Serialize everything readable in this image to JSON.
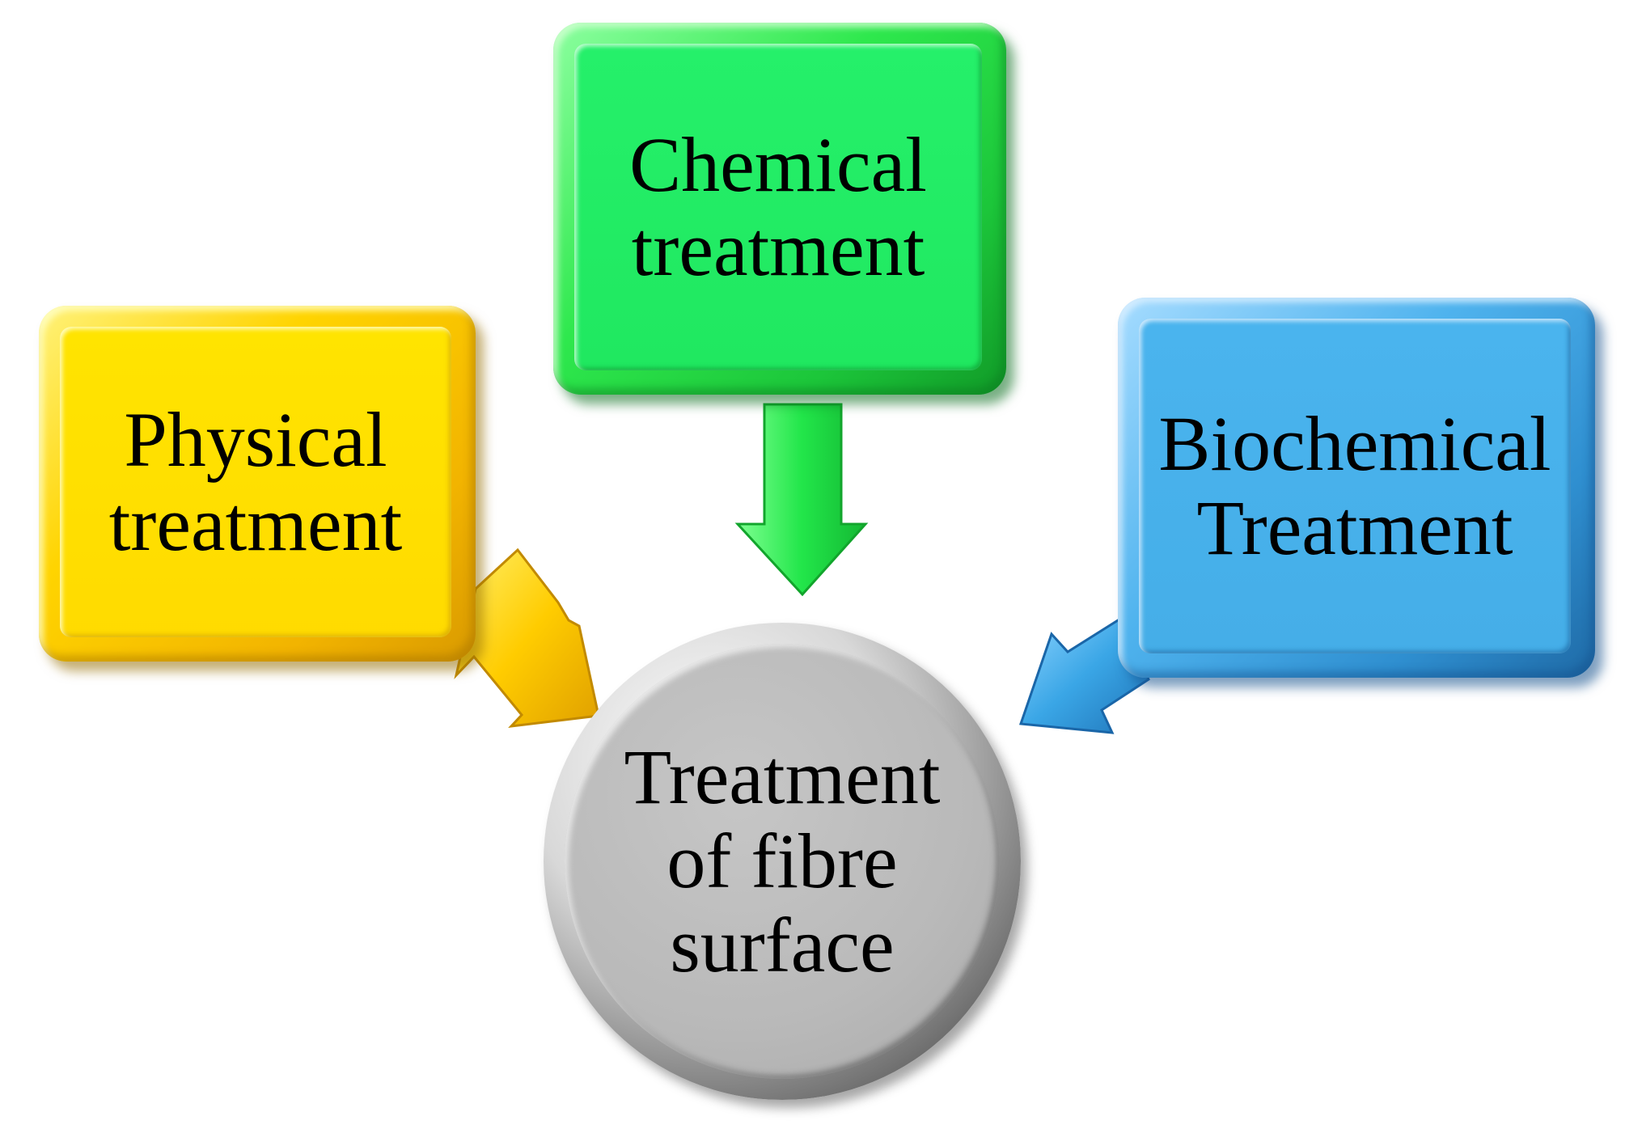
{
  "diagram": {
    "center": {
      "label_lines": [
        "Treatment",
        "of fibre",
        "surface"
      ],
      "color": "#b9b9b9"
    },
    "nodes": [
      {
        "id": "physical",
        "label_lines": [
          "Physical",
          "treatment"
        ],
        "color": "#ffdb00"
      },
      {
        "id": "chemical",
        "label_lines": [
          "Chemical",
          "treatment"
        ],
        "color": "#20e860"
      },
      {
        "id": "biochemical",
        "label_lines": [
          "Biochemical",
          "Treatment"
        ],
        "color": "#45aee8"
      }
    ],
    "edges": [
      {
        "from": "physical",
        "to": "center",
        "color": "#ffcc00"
      },
      {
        "from": "chemical",
        "to": "center",
        "color": "#22e64a"
      },
      {
        "from": "biochemical",
        "to": "center",
        "color": "#3aa6e6"
      }
    ]
  }
}
